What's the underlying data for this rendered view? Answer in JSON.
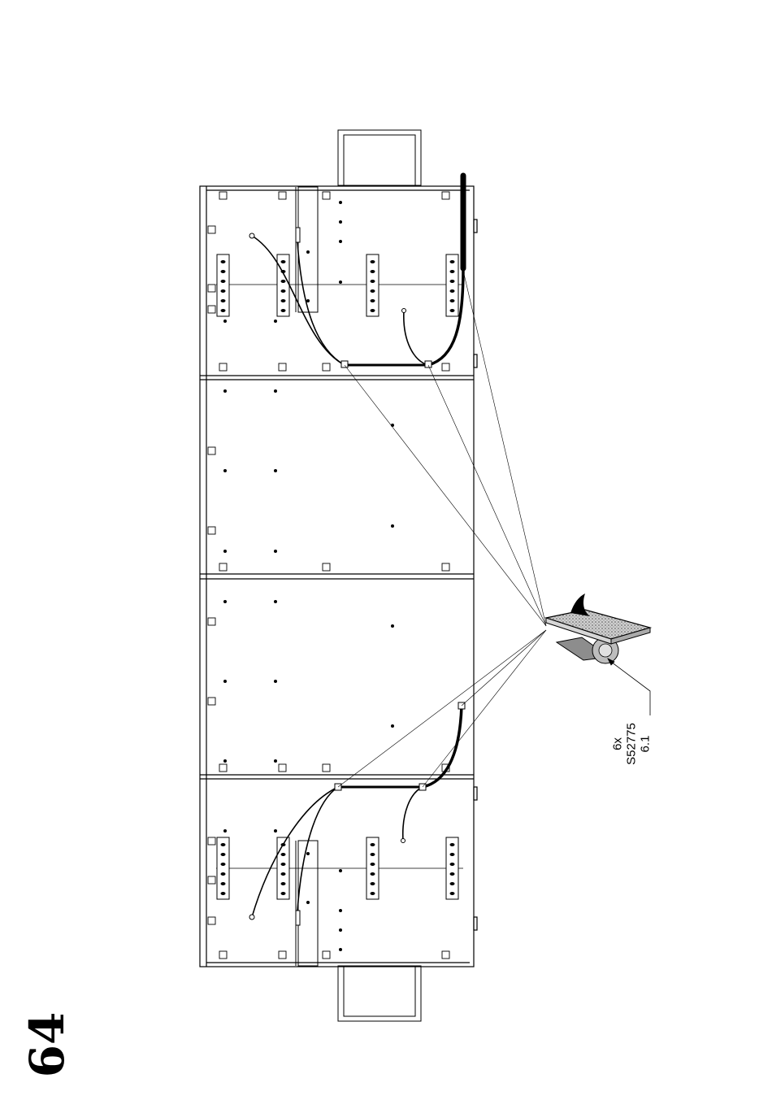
{
  "step": {
    "number": "64"
  },
  "callout": {
    "quantity": "6x",
    "part_number": "S52775",
    "ref": "6.1"
  },
  "icons": {
    "part": "adhesive-pad-icon",
    "assembly": "cabinet-panel-assembly-icon"
  },
  "colors": {
    "line": "#000000",
    "pad_fill": "#9a9a9a",
    "pad_dark": "#6f6f6f"
  }
}
